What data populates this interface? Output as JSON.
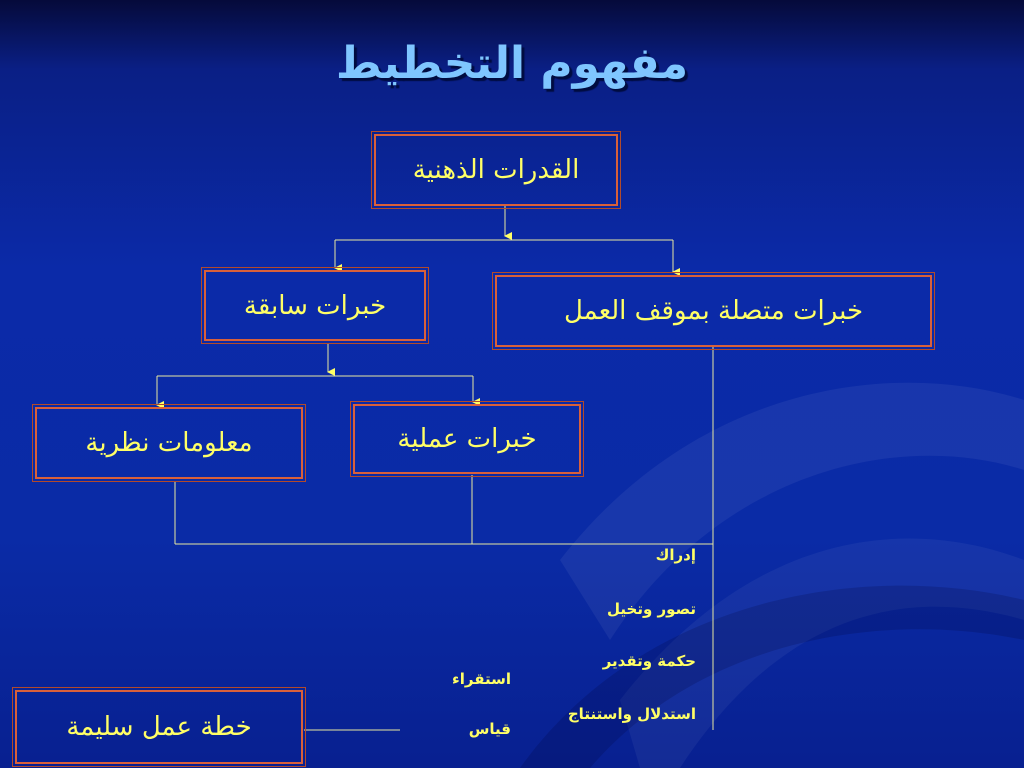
{
  "title": "مفهوم التخطيط",
  "nodes": {
    "mental_abilities": "القدرات الذهنية",
    "previous_experience": "خبرات سابقة",
    "work_experience": "خبرات متصلة بموقف العمل",
    "theoretical_info": "معلومات نظرية",
    "practical_experience": "خبرات عملية",
    "sound_plan": "خطة عمل سليمة"
  },
  "labels": {
    "list_right": [
      "إدراك",
      "تصور وتخيل",
      "حكمة وتقدير",
      "استدلال واستنتاج"
    ],
    "list_left": [
      "استقراء",
      "قياس"
    ]
  },
  "colors": {
    "text": "#ffff66",
    "title": "#7fc6ff",
    "box_border": "#d9603a",
    "line": "#e8e8a0",
    "background": "#0b2aa8"
  }
}
